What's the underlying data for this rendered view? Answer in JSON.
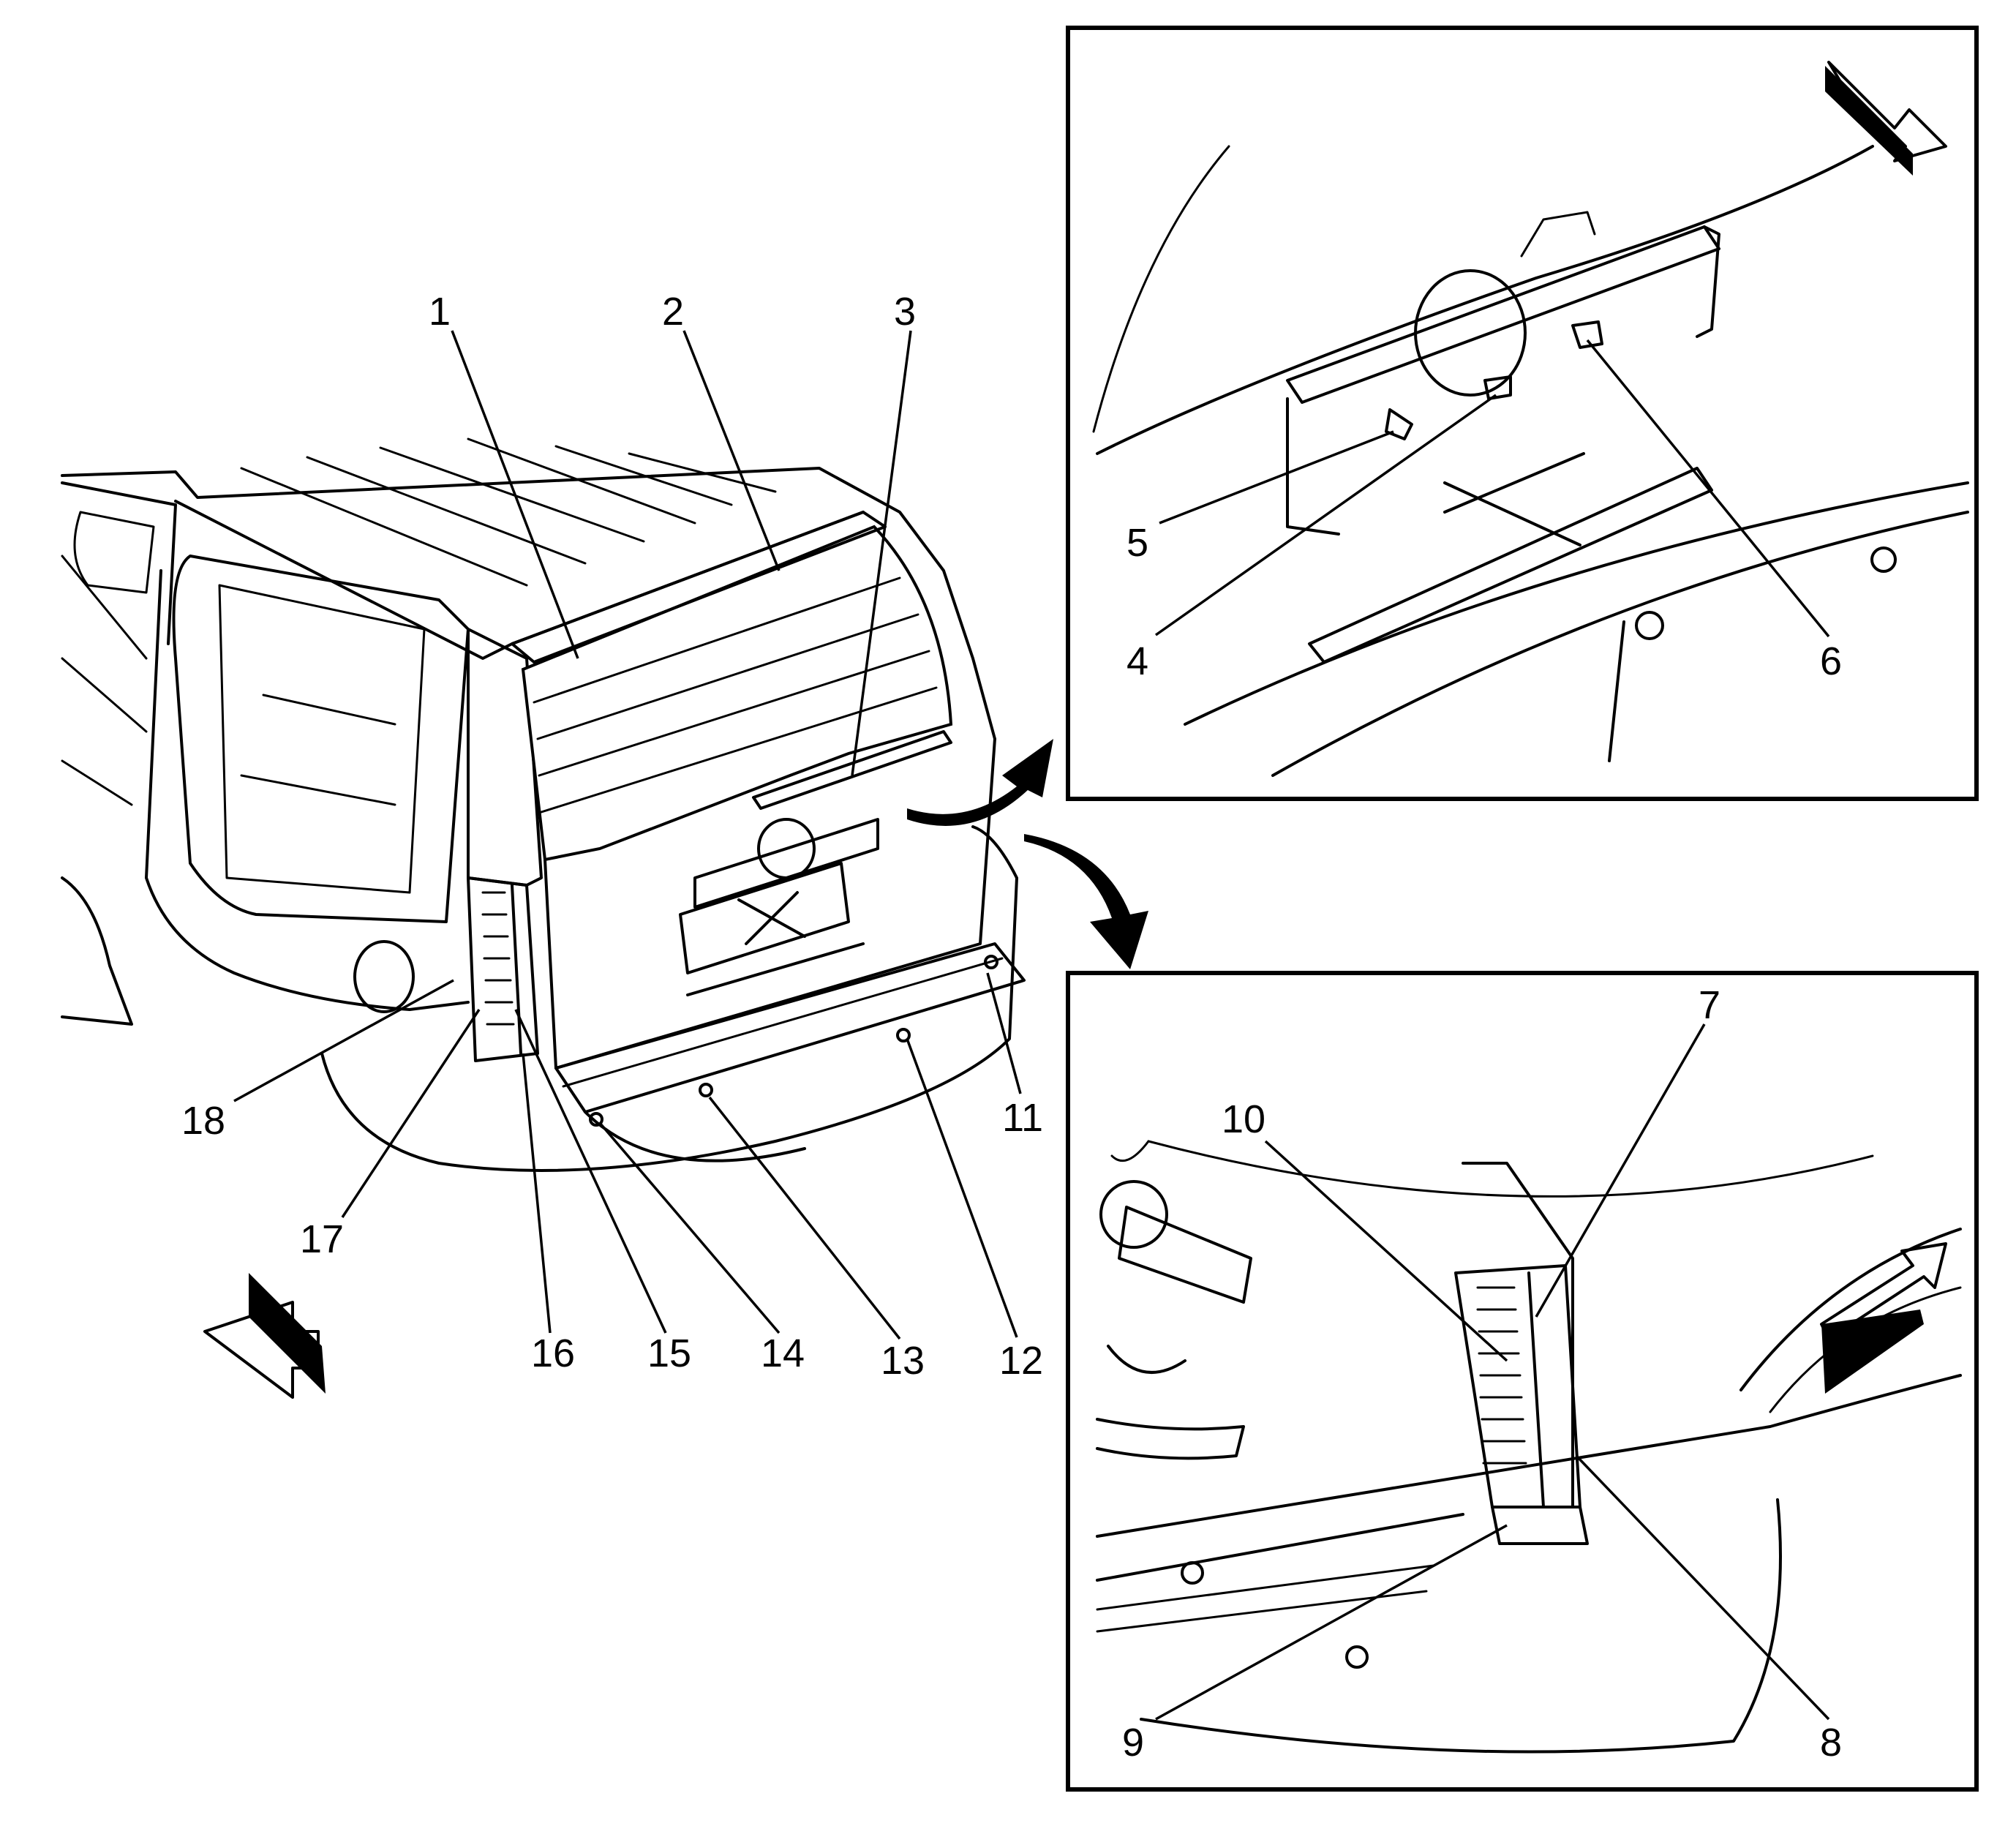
{
  "diagram": {
    "callouts": [
      "1",
      "2",
      "3",
      "4",
      "5",
      "6",
      "7",
      "8",
      "9",
      "10",
      "11",
      "12",
      "13",
      "14",
      "15",
      "16",
      "17",
      "18"
    ]
  },
  "icons": {
    "direction_arrow": "forward-arrow-icon",
    "curved_arrow": "curved-arrow-icon"
  },
  "colors": {
    "ink": "#000000",
    "paper": "#ffffff"
  }
}
